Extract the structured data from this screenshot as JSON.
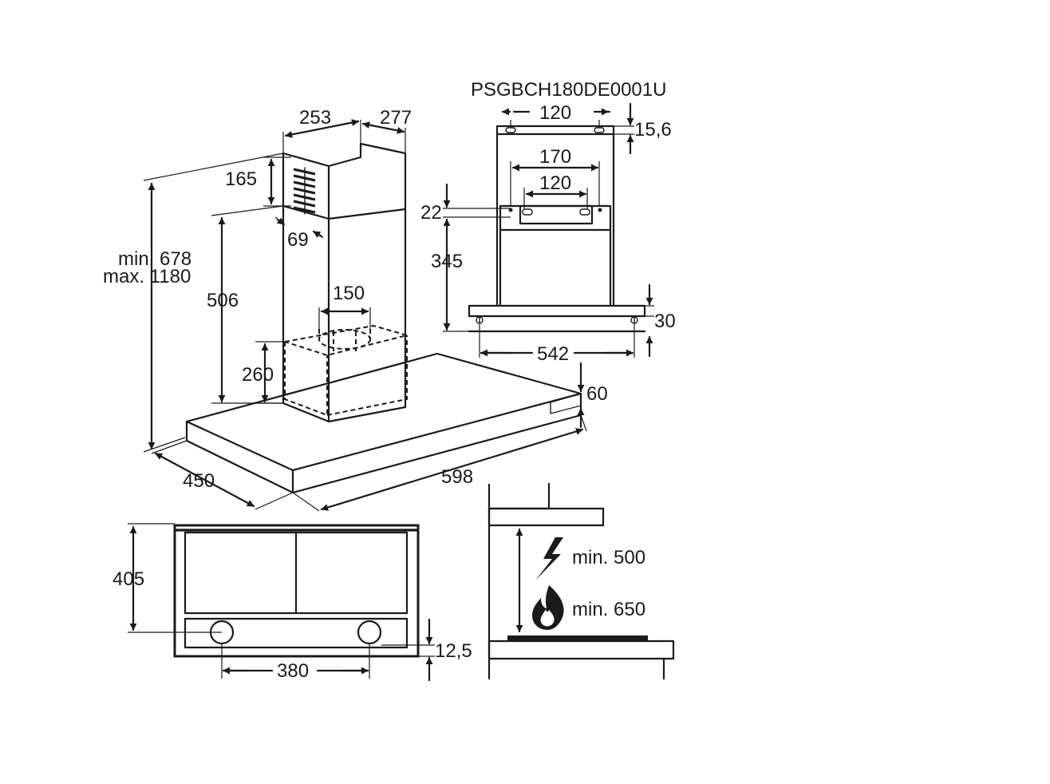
{
  "model": "PSGBCH180DE0001U",
  "iso_view": {
    "chimney_width": "253",
    "chimney_depth": "277",
    "vent_height": "165",
    "offset_69": "69",
    "height_range_min": "min. 678",
    "height_range_max": "max. 1180",
    "height_506": "506",
    "outlet_diameter": "150",
    "box_height": "260",
    "canopy_thickness": "60",
    "depth": "450",
    "width": "598"
  },
  "bracket_view": {
    "top_holes": "120",
    "top_offset": "15,6",
    "mid_width": "170",
    "mid_holes": "120",
    "bracket_offset": "22",
    "bracket_height": "345",
    "bottom_offset": "30",
    "bottom_holes": "542"
  },
  "bottom_view": {
    "depth": "405",
    "lights_spacing": "380",
    "edge_offset": "12,5"
  },
  "clearance": {
    "electric_label": "min. 500",
    "gas_label": "min. 650",
    "electric_icon": "lightning-icon",
    "gas_icon": "flame-icon"
  }
}
